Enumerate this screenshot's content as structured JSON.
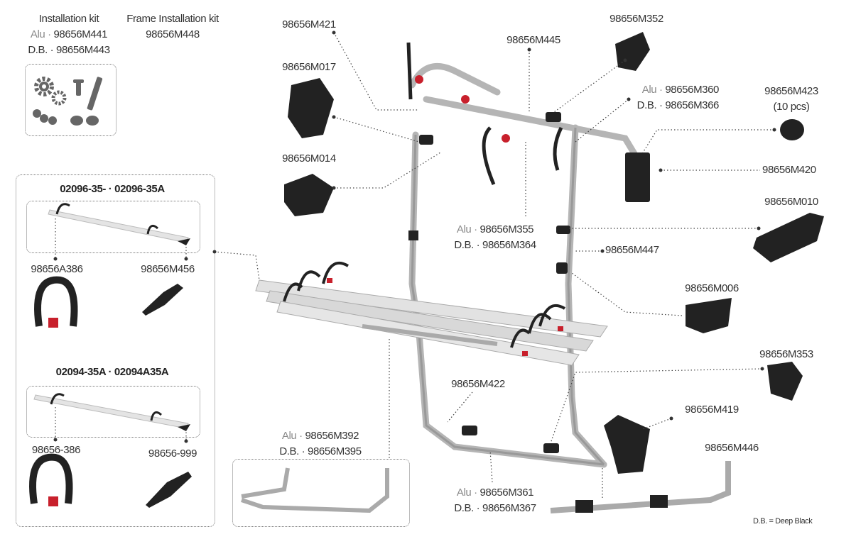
{
  "installation_kit": {
    "title": "Installation kit",
    "alu_prefix": "Alu ·",
    "alu_code": "98656M441",
    "db_prefix": "D.B. ·",
    "db_code": "98656M443"
  },
  "frame_kit": {
    "title": "Frame Installation kit",
    "code": "98656M448"
  },
  "parts": {
    "m421": "98656M421",
    "m445": "98656M445",
    "m352": "98656M352",
    "m017": "98656M017",
    "m360": {
      "alu_prefix": "Alu ·",
      "alu_code": "98656M360",
      "db_prefix": "D.B. ·",
      "db_code": "98656M366"
    },
    "m423": {
      "code": "98656M423",
      "qty": "(10 pcs)"
    },
    "m014": "98656M014",
    "m420": "98656M420",
    "m010": "98656M010",
    "m355": {
      "alu_prefix": "Alu ·",
      "alu_code": "98656M355",
      "db_prefix": "D.B. ·",
      "db_code": "98656M364"
    },
    "m447": "98656M447",
    "m006": "98656M006",
    "m353": "98656M353",
    "m422": "98656M422",
    "m419": "98656M419",
    "m446": "98656M446",
    "m392": {
      "alu_prefix": "Alu ·",
      "alu_code": "98656M392",
      "db_prefix": "D.B. ·",
      "db_code": "98656M395"
    },
    "m361": {
      "alu_prefix": "Alu ·",
      "alu_code": "98656M361",
      "db_prefix": "D.B. ·",
      "db_code": "98656M367"
    }
  },
  "rail_sets": [
    {
      "title": "02096-35- · 02096-35A",
      "strap": "98656A386",
      "shoe": "98656M456"
    },
    {
      "title": "02094-35A · 02094A35A",
      "strap": "98656-386",
      "shoe": "98656-999"
    }
  ],
  "legend": "D.B. = Deep Black"
}
